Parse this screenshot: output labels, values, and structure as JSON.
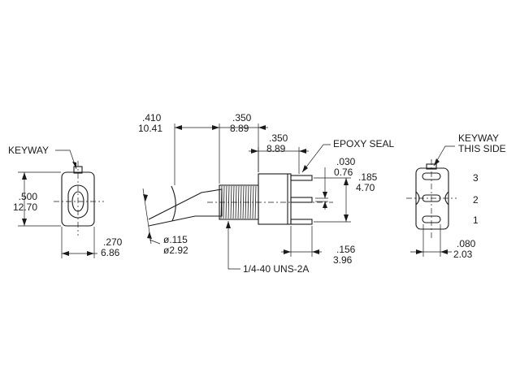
{
  "front_view": {
    "keyway_label": "KEYWAY",
    "height_in": ".500",
    "height_mm": "12.70",
    "width_in": ".270",
    "width_mm": "6.86"
  },
  "side_view": {
    "lever_len_in": ".410",
    "lever_len_mm": "10.41",
    "bushing_len_in": ".350",
    "bushing_len_mm": "8.89",
    "body_len_in": ".350",
    "body_len_mm": "8.89",
    "epoxy_label": "EPOXY SEAL",
    "term_thick_in": ".030",
    "term_thick_mm": "0.76",
    "term_pitch_in": ".185",
    "term_pitch_mm": "4.70",
    "lever_dia_in": "ø.115",
    "lever_dia_mm": "ø2.92",
    "thread_label": "1/4-40 UNS-2A",
    "term_len_in": ".156",
    "term_len_mm": "3.96"
  },
  "rear_view": {
    "keyway_line1": "KEYWAY",
    "keyway_line2": "THIS SIDE",
    "pin3": "3",
    "pin2": "2",
    "pin1": "1",
    "pin_w_in": ".080",
    "pin_w_mm": "2.03"
  }
}
